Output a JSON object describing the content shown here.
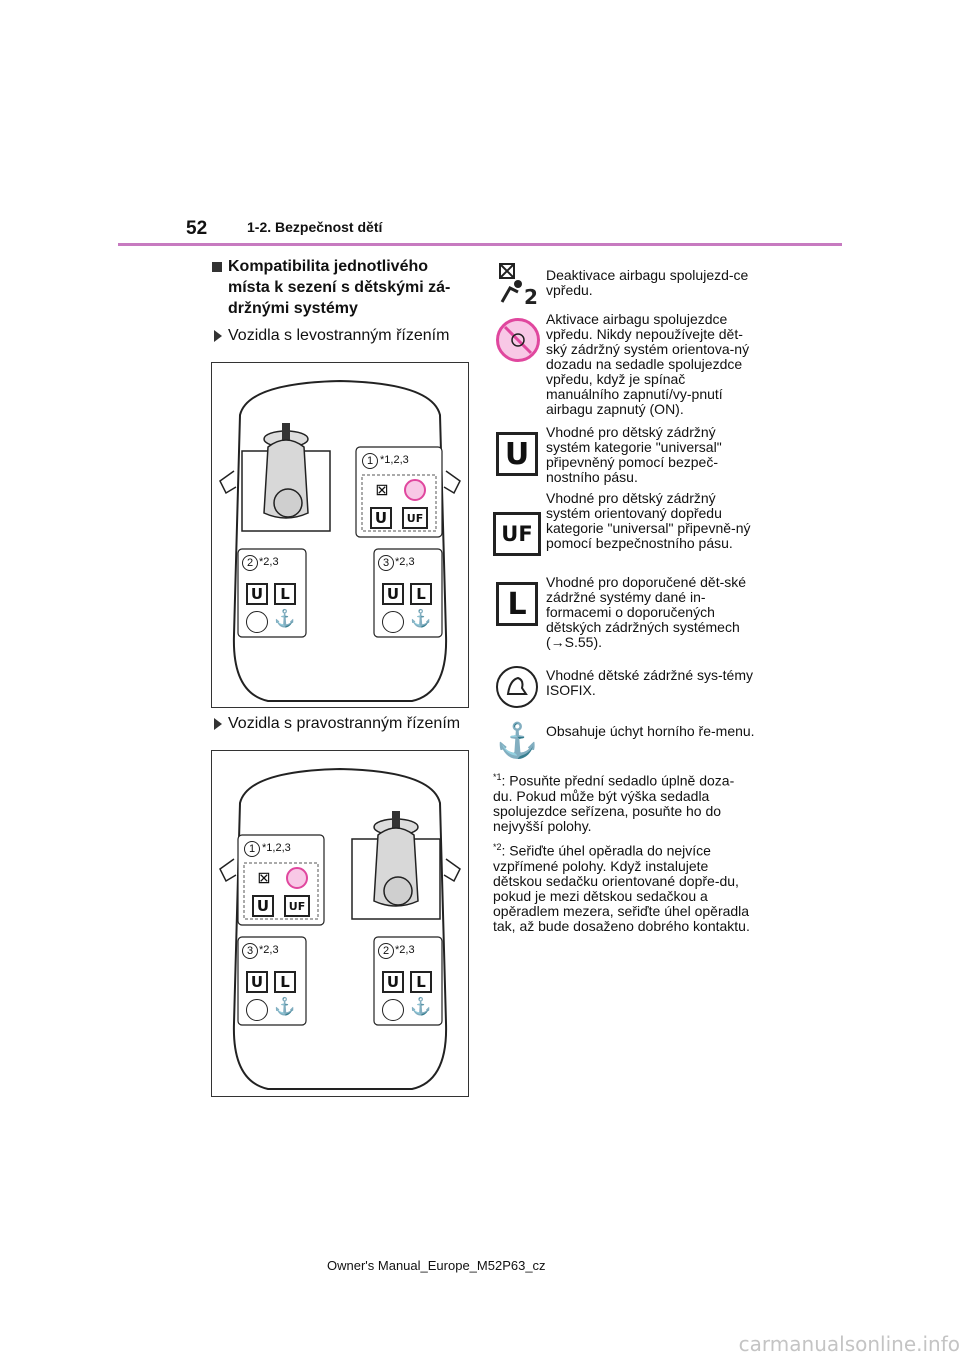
{
  "header": {
    "page_number": "52",
    "section": "1-2. Bezpečnost dětí"
  },
  "heading": "Kompatibilita jednotlivého místa k sezení s dětskými zá-držnými systémy",
  "lhd_label": "Vozidla s levostranným řízením",
  "rhd_label": "Vozidla s pravostranným řízením",
  "diagram": {
    "seat1_note": "*1,2,3",
    "seat2_note": "*2,3",
    "seat3_note": "*2,3",
    "num1": "1",
    "num2": "2",
    "num3": "3",
    "u": "U",
    "uf": "UF",
    "l": "L"
  },
  "legend": [
    {
      "icon": "airbag-deactivated-icon",
      "text": "Deaktivace airbagu spolujezd-ce vpředu."
    },
    {
      "icon": "airbag-activated-prohibited-icon",
      "text": "Aktivace airbagu spolujezdce vpředu. Nikdy nepoužívejte dět-ský zádržný systém orientova-ný dozadu na sedadle spolujezdce vpředu, když je spínač manuálního zapnutí/vy-pnutí airbagu zapnutý (ON)."
    },
    {
      "icon": "universal-u-icon",
      "text": "Vhodné pro dětský zádržný systém kategorie \"universal\" připevněný pomocí bezpeč-nostního pásu."
    },
    {
      "icon": "universal-uf-icon",
      "text": "Vhodné pro dětský zádržný systém orientovaný dopředu kategorie \"universal\" připevně-ný pomocí bezpečnostního pásu."
    },
    {
      "icon": "recommended-l-icon",
      "text": "Vhodné pro doporučené dět-ské zádržné systémy dané in-formacemi o doporučených dětských zádržných systémech (→S.55)."
    },
    {
      "icon": "isofix-icon",
      "text": "Vhodné dětské zádržné sys-témy ISOFIX."
    },
    {
      "icon": "top-tether-icon",
      "text": "Obsahuje úchyt horního ře-menu."
    }
  ],
  "notes": [
    {
      "mark": "*1",
      "text": ": Posuňte přední sedadlo úplně doza-du. Pokud může být výška sedadla spolujezdce seřízena, posuňte ho do nejvyšší polohy."
    },
    {
      "mark": "*2",
      "text": ": Seřiďte úhel opěradla do nejvíce vzpřímené polohy. Když instalujete dětskou sedačku orientované dopře-du, pokud je mezi dětskou sedačkou a opěradlem mezera, seřiďte úhel opěradla tak, až bude dosaženo dobrého kontaktu."
    }
  ],
  "footer": "Owner's Manual_Europe_M52P63_cz",
  "watermark": "carmanualsonline.info"
}
